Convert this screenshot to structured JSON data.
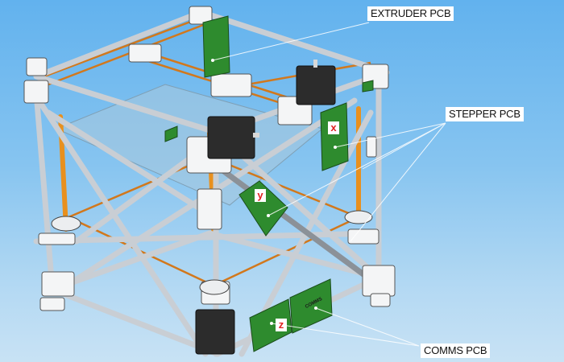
{
  "diagram": {
    "subject": "3D printer frame CAD render with electronics PCB locations",
    "labels": {
      "extruder_pcb": "EXTRUDER PCB",
      "stepper_pcb": "STEPPER PCB",
      "comms_pcb": "COMMS PCB"
    },
    "axis_tags": {
      "x": "x",
      "y": "y",
      "z": "z"
    },
    "comms_board_marking": "COMMS",
    "colors": {
      "background_top": "#62b2ee",
      "background_bottom": "#c8e2f4",
      "pcb_green": "#2e8b2e",
      "rod_grey": "#d4d8dc",
      "rod_orange": "#e8901e",
      "motor_black": "#2c2c2c",
      "axis_tag_red": "#e02020",
      "leader_line": "#ffffff"
    }
  }
}
